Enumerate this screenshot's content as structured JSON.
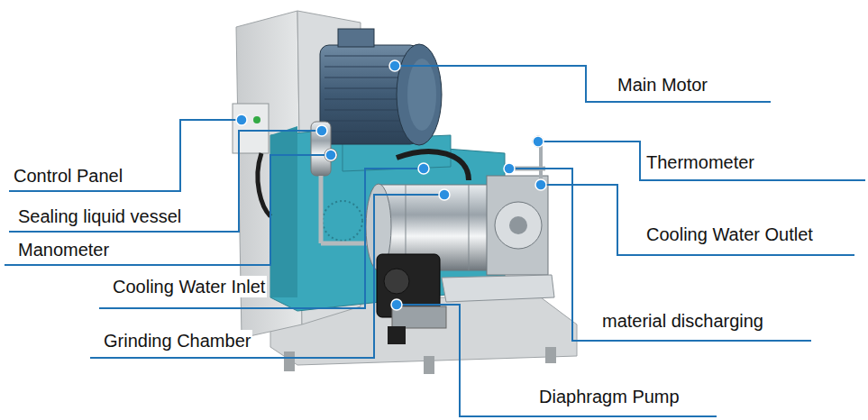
{
  "diagram": {
    "labels": [
      "Main Motor",
      "Control Panel",
      "Thermometer",
      "Sealing liquid vessel",
      "Cooling Water Outlet",
      "Manometer",
      "Cooling Water Inlet",
      "material discharging",
      "Grinding Chamber",
      "Diaphragm Pump"
    ]
  }
}
